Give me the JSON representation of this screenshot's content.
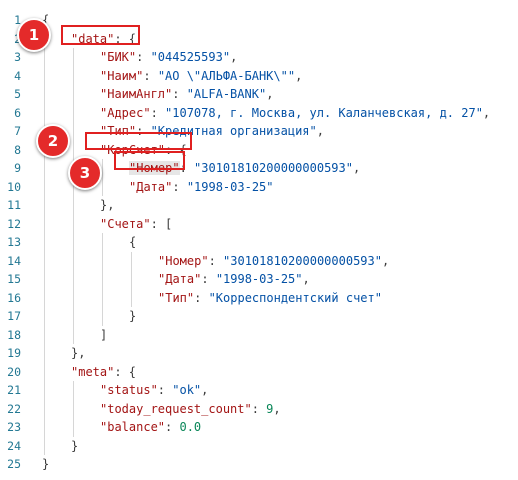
{
  "editor": {
    "lines": [
      {
        "n": "1",
        "indent": 0,
        "tokens": [
          {
            "t": "punct",
            "v": "{"
          }
        ]
      },
      {
        "n": "2",
        "indent": 1,
        "tokens": [
          {
            "t": "key",
            "v": "\"data\""
          },
          {
            "t": "punct",
            "v": ": {"
          }
        ]
      },
      {
        "n": "3",
        "indent": 2,
        "tokens": [
          {
            "t": "key",
            "v": "\"БИК\""
          },
          {
            "t": "punct",
            "v": ": "
          },
          {
            "t": "str",
            "v": "\"044525593\""
          },
          {
            "t": "punct",
            "v": ","
          }
        ]
      },
      {
        "n": "4",
        "indent": 2,
        "tokens": [
          {
            "t": "key",
            "v": "\"Наим\""
          },
          {
            "t": "punct",
            "v": ": "
          },
          {
            "t": "str",
            "v": "\"АО \\\"АЛЬФА-БАНК\\\"\""
          },
          {
            "t": "punct",
            "v": ","
          }
        ]
      },
      {
        "n": "5",
        "indent": 2,
        "tokens": [
          {
            "t": "key",
            "v": "\"НаимАнгл\""
          },
          {
            "t": "punct",
            "v": ": "
          },
          {
            "t": "str",
            "v": "\"ALFA-BANK\""
          },
          {
            "t": "punct",
            "v": ","
          }
        ]
      },
      {
        "n": "6",
        "indent": 2,
        "tokens": [
          {
            "t": "key",
            "v": "\"Адрес\""
          },
          {
            "t": "punct",
            "v": ": "
          },
          {
            "t": "str",
            "v": "\"107078, г. Москва, ул. Каланчевская, д. 27\""
          },
          {
            "t": "punct",
            "v": ","
          }
        ]
      },
      {
        "n": "7",
        "indent": 2,
        "tokens": [
          {
            "t": "key",
            "v": "\"Тип\""
          },
          {
            "t": "punct",
            "v": ": "
          },
          {
            "t": "str",
            "v": "\"Кредитная организация\""
          },
          {
            "t": "punct",
            "v": ","
          }
        ]
      },
      {
        "n": "8",
        "indent": 2,
        "tokens": [
          {
            "t": "key",
            "v": "\"КорСчет\""
          },
          {
            "t": "punct",
            "v": ": {"
          }
        ]
      },
      {
        "n": "9",
        "indent": 3,
        "tokens": [
          {
            "t": "key",
            "v": "\"Номер\"",
            "hl": true
          },
          {
            "t": "punct",
            "v": ": "
          },
          {
            "t": "str",
            "v": "\"30101810200000000593\""
          },
          {
            "t": "punct",
            "v": ","
          }
        ]
      },
      {
        "n": "10",
        "indent": 3,
        "tokens": [
          {
            "t": "key",
            "v": "\"Дата\""
          },
          {
            "t": "punct",
            "v": ": "
          },
          {
            "t": "str",
            "v": "\"1998-03-25\""
          }
        ]
      },
      {
        "n": "11",
        "indent": 2,
        "tokens": [
          {
            "t": "punct",
            "v": "},"
          }
        ]
      },
      {
        "n": "12",
        "indent": 2,
        "tokens": [
          {
            "t": "key",
            "v": "\"Счета\""
          },
          {
            "t": "punct",
            "v": ": ["
          }
        ]
      },
      {
        "n": "13",
        "indent": 3,
        "tokens": [
          {
            "t": "punct",
            "v": "{"
          }
        ]
      },
      {
        "n": "14",
        "indent": 4,
        "tokens": [
          {
            "t": "key",
            "v": "\"Номер\""
          },
          {
            "t": "punct",
            "v": ": "
          },
          {
            "t": "str",
            "v": "\"30101810200000000593\""
          },
          {
            "t": "punct",
            "v": ","
          }
        ]
      },
      {
        "n": "15",
        "indent": 4,
        "tokens": [
          {
            "t": "key",
            "v": "\"Дата\""
          },
          {
            "t": "punct",
            "v": ": "
          },
          {
            "t": "str",
            "v": "\"1998-03-25\""
          },
          {
            "t": "punct",
            "v": ","
          }
        ]
      },
      {
        "n": "16",
        "indent": 4,
        "tokens": [
          {
            "t": "key",
            "v": "\"Тип\""
          },
          {
            "t": "punct",
            "v": ": "
          },
          {
            "t": "str",
            "v": "\"Корреспондентский счет\""
          }
        ]
      },
      {
        "n": "17",
        "indent": 3,
        "tokens": [
          {
            "t": "punct",
            "v": "}"
          }
        ]
      },
      {
        "n": "18",
        "indent": 2,
        "tokens": [
          {
            "t": "punct",
            "v": "]"
          }
        ]
      },
      {
        "n": "19",
        "indent": 1,
        "tokens": [
          {
            "t": "punct",
            "v": "},"
          }
        ]
      },
      {
        "n": "20",
        "indent": 1,
        "tokens": [
          {
            "t": "key",
            "v": "\"meta\""
          },
          {
            "t": "punct",
            "v": ": {"
          }
        ]
      },
      {
        "n": "21",
        "indent": 2,
        "tokens": [
          {
            "t": "key",
            "v": "\"status\""
          },
          {
            "t": "punct",
            "v": ": "
          },
          {
            "t": "str",
            "v": "\"ok\""
          },
          {
            "t": "punct",
            "v": ","
          }
        ]
      },
      {
        "n": "22",
        "indent": 2,
        "tokens": [
          {
            "t": "key",
            "v": "\"today_request_count\""
          },
          {
            "t": "punct",
            "v": ": "
          },
          {
            "t": "num",
            "v": "9"
          },
          {
            "t": "punct",
            "v": ","
          }
        ]
      },
      {
        "n": "23",
        "indent": 2,
        "tokens": [
          {
            "t": "key",
            "v": "\"balance\""
          },
          {
            "t": "punct",
            "v": ": "
          },
          {
            "t": "num",
            "v": "0.0"
          }
        ]
      },
      {
        "n": "24",
        "indent": 1,
        "tokens": [
          {
            "t": "punct",
            "v": "}"
          }
        ]
      },
      {
        "n": "25",
        "indent": 0,
        "tokens": [
          {
            "t": "punct",
            "v": "}"
          }
        ]
      }
    ]
  },
  "annotations": {
    "badges": [
      "1",
      "2",
      "3"
    ],
    "color": "#e42a2a"
  },
  "colors": {
    "key": "#a31515",
    "string": "#0451a5",
    "number": "#098658",
    "line_number": "#237893"
  }
}
